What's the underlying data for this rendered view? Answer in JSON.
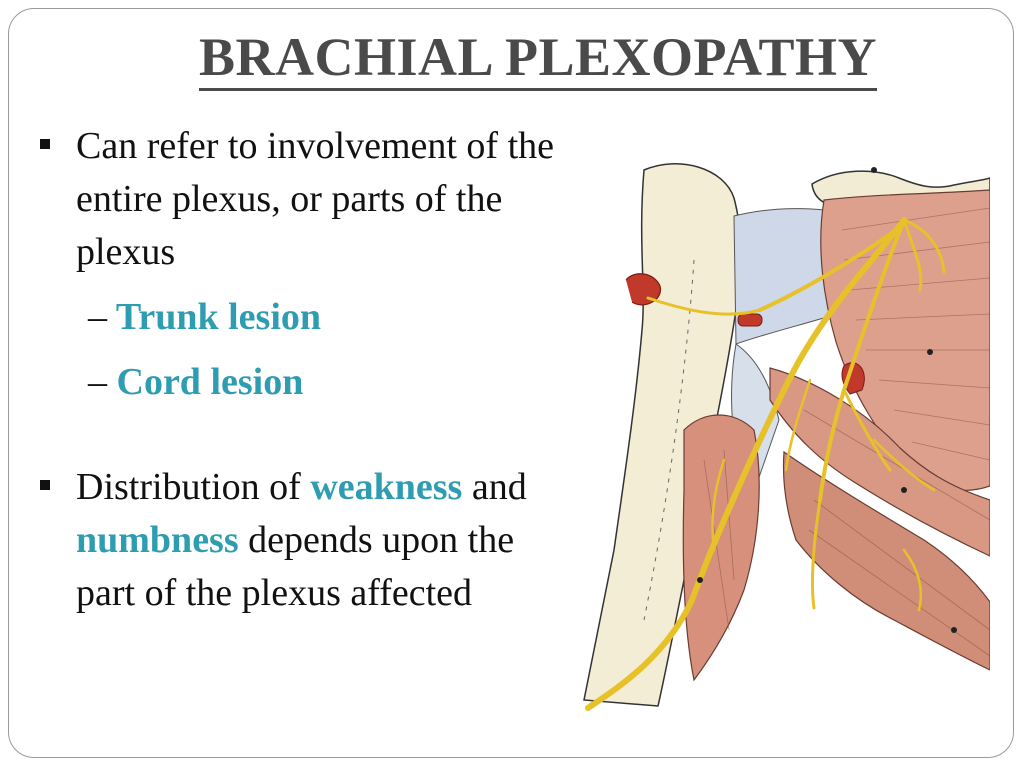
{
  "slide": {
    "title": "BRACHIAL PLEXOPATHY",
    "accent_color": "#2e9cb1",
    "bullets": [
      {
        "text": "Can refer to involvement of the entire plexus, or parts of the plexus",
        "subitems": [
          {
            "marker": "–",
            "text": "Trunk lesion"
          },
          {
            "marker": "–",
            "text": "Cord lesion"
          }
        ]
      },
      {
        "segments": [
          {
            "text": "Distribution of ",
            "accent": false
          },
          {
            "text": "weakness",
            "accent": true
          },
          {
            "text": " and ",
            "accent": false
          },
          {
            "text": "numbness",
            "accent": true
          },
          {
            "text": " depends upon the part of the plexus affected",
            "accent": false
          }
        ]
      }
    ]
  },
  "illustration": {
    "subject": "anatomical drawing of shoulder and brachial plexus",
    "icon": "brachial-plexus-illustration"
  }
}
